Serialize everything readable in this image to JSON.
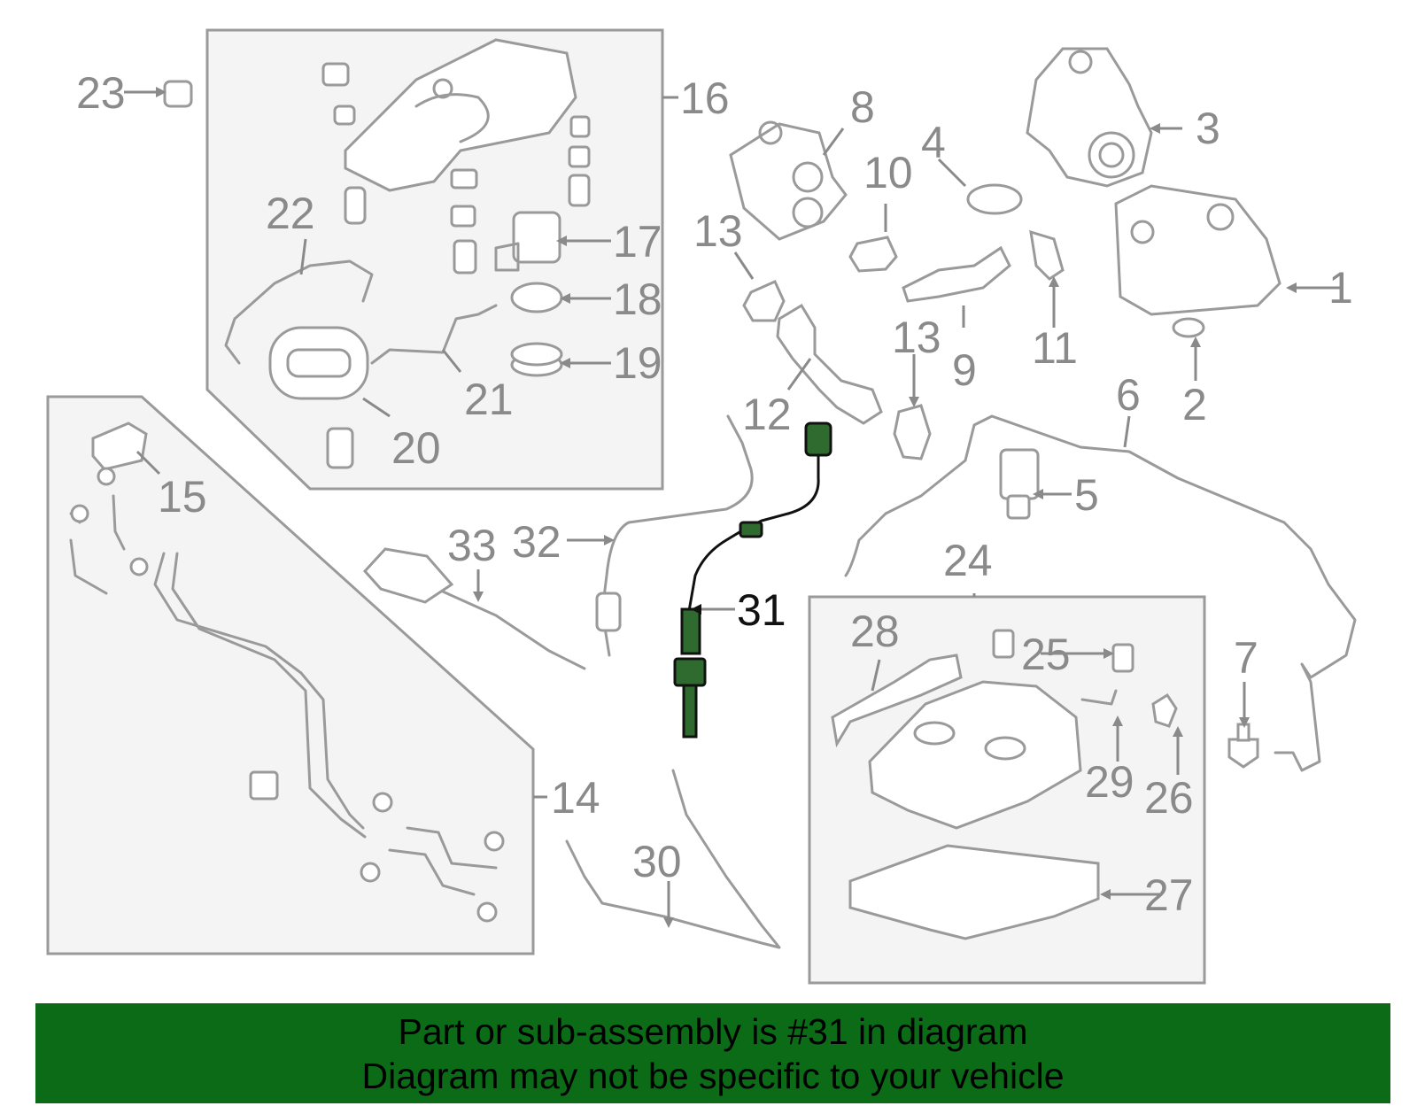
{
  "callouts": {
    "c1": "1",
    "c2": "2",
    "c3": "3",
    "c4": "4",
    "c5": "5",
    "c6": "6",
    "c7": "7",
    "c8": "8",
    "c9": "9",
    "c10": "10",
    "c11": "11",
    "c12": "12",
    "c13a": "13",
    "c13b": "13",
    "c14": "14",
    "c15": "15",
    "c16": "16",
    "c17": "17",
    "c18": "18",
    "c19": "19",
    "c20": "20",
    "c21": "21",
    "c22": "22",
    "c23": "23",
    "c24": "24",
    "c25": "25",
    "c26": "26",
    "c27": "27",
    "c28": "28",
    "c29": "29",
    "c30": "30",
    "c31": "31",
    "c32": "32",
    "c33": "33"
  },
  "highlighted_part": "31",
  "colors": {
    "highlight": "#111111",
    "banner": "#0b6b16",
    "linework": "#9a9a9a"
  },
  "banner": {
    "line1": "Part or sub-assembly is #31 in diagram",
    "line2": "Diagram may not be specific to your vehicle"
  }
}
